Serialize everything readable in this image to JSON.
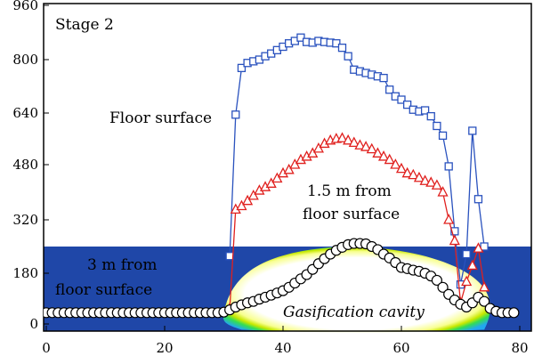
{
  "chart_data": {
    "type": "line",
    "stage_label": "Stage 2",
    "xlim": [
      0,
      80
    ],
    "ylim": [
      -30,
      960
    ],
    "x_ticks": [
      "0",
      "20",
      "40",
      "60",
      "80"
    ],
    "y_ticks": [
      "0",
      "180",
      "320",
      "480",
      "640",
      "800",
      "960"
    ],
    "annotations": {
      "floor": "Floor surface",
      "mid_line1": "1.5 m from",
      "mid_line2": "floor surface",
      "deep_line1": "3 m from",
      "deep_line2": "floor surface",
      "cavity": "Gasification cavity"
    },
    "colors": {
      "floor": "#2a52be",
      "mid": "#e0201e",
      "deep": "#000000",
      "background_band": "#1f47a8",
      "cavity_fill": "#ffffff",
      "cavity_rim_inner": "#c8e800",
      "cavity_rim_mid": "#33dd55",
      "cavity_rim_outer": "#22a8f0"
    },
    "series": [
      {
        "marker": "square",
        "color": "#2a52be",
        "points": [
          [
            31,
            225
          ],
          [
            32,
            635
          ],
          [
            33,
            775
          ],
          [
            34,
            790
          ],
          [
            35,
            795
          ],
          [
            36,
            800
          ],
          [
            37,
            810
          ],
          [
            38,
            818
          ],
          [
            39,
            828
          ],
          [
            40,
            838
          ],
          [
            41,
            848
          ],
          [
            42,
            855
          ],
          [
            43,
            865
          ],
          [
            44,
            852
          ],
          [
            45,
            850
          ],
          [
            46,
            855
          ],
          [
            47,
            852
          ],
          [
            48,
            850
          ],
          [
            49,
            848
          ],
          [
            50,
            835
          ],
          [
            51,
            810
          ],
          [
            52,
            770
          ],
          [
            53,
            765
          ],
          [
            54,
            760
          ],
          [
            55,
            755
          ],
          [
            56,
            750
          ],
          [
            57,
            745
          ],
          [
            58,
            710
          ],
          [
            59,
            690
          ],
          [
            60,
            680
          ],
          [
            61,
            665
          ],
          [
            62,
            650
          ],
          [
            63,
            645
          ],
          [
            64,
            648
          ],
          [
            65,
            630
          ],
          [
            66,
            600
          ],
          [
            67,
            570
          ],
          [
            68,
            475
          ],
          [
            69,
            290
          ],
          [
            70,
            140
          ],
          [
            71,
            230
          ],
          [
            72,
            585
          ],
          [
            73,
            380
          ],
          [
            74,
            250
          ]
        ]
      },
      {
        "marker": "triangle",
        "color": "#e0201e",
        "points": [
          [
            31,
            55
          ],
          [
            32,
            350
          ],
          [
            33,
            360
          ],
          [
            34,
            375
          ],
          [
            35,
            390
          ],
          [
            36,
            405
          ],
          [
            37,
            415
          ],
          [
            38,
            425
          ],
          [
            39,
            440
          ],
          [
            40,
            455
          ],
          [
            41,
            465
          ],
          [
            42,
            480
          ],
          [
            43,
            495
          ],
          [
            44,
            505
          ],
          [
            45,
            515
          ],
          [
            46,
            530
          ],
          [
            47,
            545
          ],
          [
            48,
            555
          ],
          [
            49,
            560
          ],
          [
            50,
            562
          ],
          [
            51,
            555
          ],
          [
            52,
            548
          ],
          [
            53,
            540
          ],
          [
            54,
            535
          ],
          [
            55,
            528
          ],
          [
            56,
            515
          ],
          [
            57,
            505
          ],
          [
            58,
            495
          ],
          [
            59,
            480
          ],
          [
            60,
            468
          ],
          [
            61,
            455
          ],
          [
            62,
            450
          ],
          [
            63,
            442
          ],
          [
            64,
            433
          ],
          [
            65,
            428
          ],
          [
            66,
            420
          ],
          [
            67,
            400
          ],
          [
            68,
            320
          ],
          [
            69,
            265
          ],
          [
            70,
            75
          ],
          [
            71,
            150
          ],
          [
            72,
            200
          ],
          [
            73,
            245
          ],
          [
            74,
            130
          ]
        ]
      },
      {
        "marker": "circle",
        "color": "#000000",
        "points": [
          [
            0,
            40
          ],
          [
            1,
            40
          ],
          [
            2,
            40
          ],
          [
            3,
            40
          ],
          [
            4,
            40
          ],
          [
            5,
            40
          ],
          [
            6,
            40
          ],
          [
            7,
            40
          ],
          [
            8,
            40
          ],
          [
            9,
            40
          ],
          [
            10,
            40
          ],
          [
            11,
            40
          ],
          [
            12,
            40
          ],
          [
            13,
            40
          ],
          [
            14,
            40
          ],
          [
            15,
            40
          ],
          [
            16,
            40
          ],
          [
            17,
            40
          ],
          [
            18,
            40
          ],
          [
            19,
            40
          ],
          [
            20,
            40
          ],
          [
            21,
            40
          ],
          [
            22,
            40
          ],
          [
            23,
            40
          ],
          [
            24,
            40
          ],
          [
            25,
            40
          ],
          [
            26,
            40
          ],
          [
            27,
            40
          ],
          [
            28,
            40
          ],
          [
            29,
            40
          ],
          [
            30,
            42
          ],
          [
            31,
            50
          ],
          [
            32,
            60
          ],
          [
            33,
            68
          ],
          [
            34,
            75
          ],
          [
            35,
            80
          ],
          [
            36,
            88
          ],
          [
            37,
            95
          ],
          [
            38,
            102
          ],
          [
            39,
            110
          ],
          [
            40,
            118
          ],
          [
            41,
            130
          ],
          [
            42,
            145
          ],
          [
            43,
            160
          ],
          [
            44,
            175
          ],
          [
            45,
            190
          ],
          [
            46,
            205
          ],
          [
            47,
            218
          ],
          [
            48,
            230
          ],
          [
            49,
            240
          ],
          [
            50,
            248
          ],
          [
            51,
            255
          ],
          [
            52,
            258
          ],
          [
            53,
            258
          ],
          [
            54,
            257
          ],
          [
            55,
            250
          ],
          [
            56,
            242
          ],
          [
            57,
            230
          ],
          [
            58,
            220
          ],
          [
            59,
            208
          ],
          [
            60,
            195
          ],
          [
            61,
            192
          ],
          [
            62,
            188
          ],
          [
            63,
            185
          ],
          [
            64,
            180
          ],
          [
            65,
            170
          ],
          [
            66,
            155
          ],
          [
            67,
            130
          ],
          [
            68,
            105
          ],
          [
            69,
            85
          ],
          [
            70,
            70
          ],
          [
            71,
            60
          ],
          [
            72,
            75
          ],
          [
            73,
            95
          ],
          [
            74,
            80
          ],
          [
            75,
            55
          ],
          [
            76,
            45
          ],
          [
            77,
            40
          ],
          [
            78,
            40
          ],
          [
            79,
            40
          ]
        ]
      }
    ]
  }
}
